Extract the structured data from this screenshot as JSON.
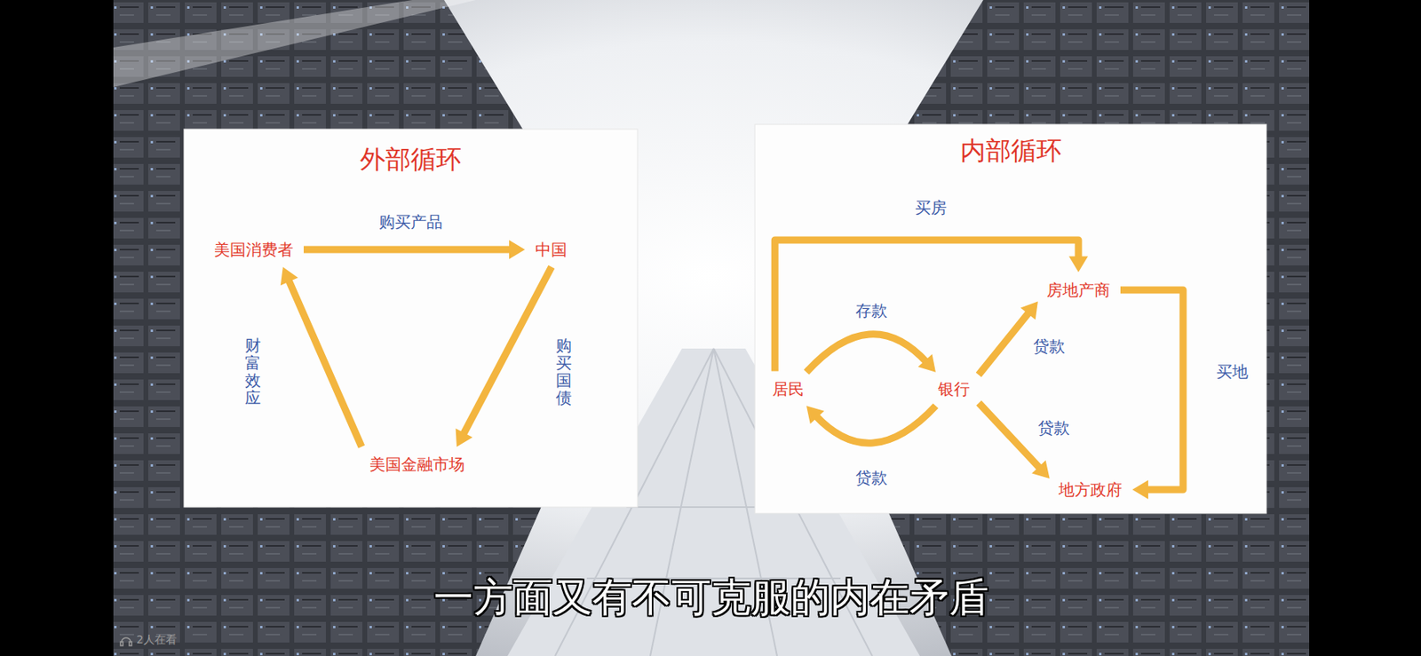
{
  "diagram": {
    "caption": "一方面又有不可克服的内在矛盾",
    "nodes": [
      {
        "text": [
          "外部循环"
        ]
      },
      {
        "text": [
          "美国消费者"
        ],
        "in": 0
      },
      {
        "text": [
          "中国"
        ],
        "in": 0
      },
      {
        "text": [
          "美国金融市场"
        ],
        "in": 0
      },
      {
        "text": [
          "内部循环"
        ]
      },
      {
        "text": [
          "居民"
        ],
        "in": 4
      },
      {
        "text": [
          "银行"
        ],
        "in": 4
      },
      {
        "text": [
          "房地产商"
        ],
        "in": 4
      },
      {
        "text": [
          "地方政府"
        ],
        "in": 4
      }
    ],
    "edges": [
      {
        "from": 1,
        "to": 2,
        "label": "购买产品",
        "arrow": "to"
      },
      {
        "from": 2,
        "to": 3,
        "label": "购买国债",
        "arrow": "to"
      },
      {
        "from": 3,
        "to": 1,
        "label": "财富效应",
        "arrow": "to"
      },
      {
        "from": 5,
        "to": 7,
        "label": "买房",
        "arrow": "to"
      },
      {
        "from": 5,
        "to": 6,
        "label": "存款",
        "arrow": "to"
      },
      {
        "from": 6,
        "to": 5,
        "label": "贷款",
        "arrow": "to"
      },
      {
        "from": 6,
        "to": 7,
        "label": "贷款",
        "arrow": "to"
      },
      {
        "from": 6,
        "to": 8,
        "label": "贷款",
        "arrow": "to"
      },
      {
        "from": 7,
        "to": 8,
        "label": "买地",
        "arrow": "to"
      }
    ],
    "labels": [
      "2人在看"
    ]
  }
}
